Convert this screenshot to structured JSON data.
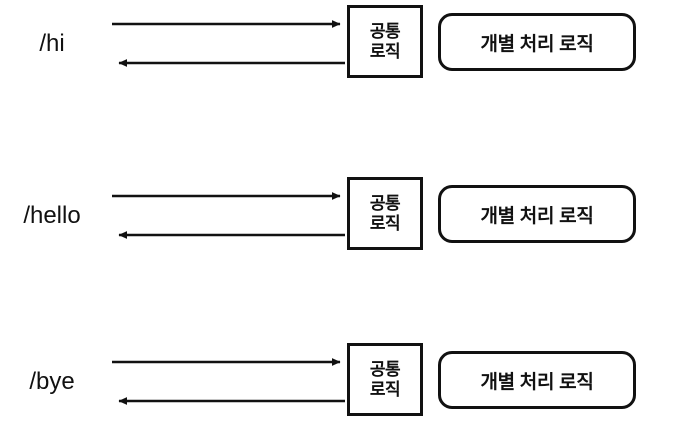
{
  "diagram": {
    "type": "flow-sequence",
    "background_color": "#ffffff",
    "line_color": "#111111",
    "groups": [
      {
        "id": "group-hi",
        "route_label": "/hi",
        "request_arrow": {
          "direction": "right",
          "name": "request-arrow"
        },
        "response_arrow": {
          "direction": "left",
          "name": "response-arrow"
        },
        "common_box": {
          "line1": "공통",
          "line2": "로직"
        },
        "handler_box": {
          "text": "개별 처리 로직"
        }
      },
      {
        "id": "group-hello",
        "route_label": "/hello",
        "request_arrow": {
          "direction": "right",
          "name": "request-arrow"
        },
        "response_arrow": {
          "direction": "left",
          "name": "response-arrow"
        },
        "common_box": {
          "line1": "공통",
          "line2": "로직"
        },
        "handler_box": {
          "text": "개별 처리 로직"
        }
      },
      {
        "id": "group-bye",
        "route_label": "/bye",
        "request_arrow": {
          "direction": "right",
          "name": "request-arrow"
        },
        "response_arrow": {
          "direction": "left",
          "name": "response-arrow"
        },
        "common_box": {
          "line1": "공통",
          "line2": "로직"
        },
        "handler_box": {
          "text": "개별 처리 로직"
        }
      }
    ]
  }
}
